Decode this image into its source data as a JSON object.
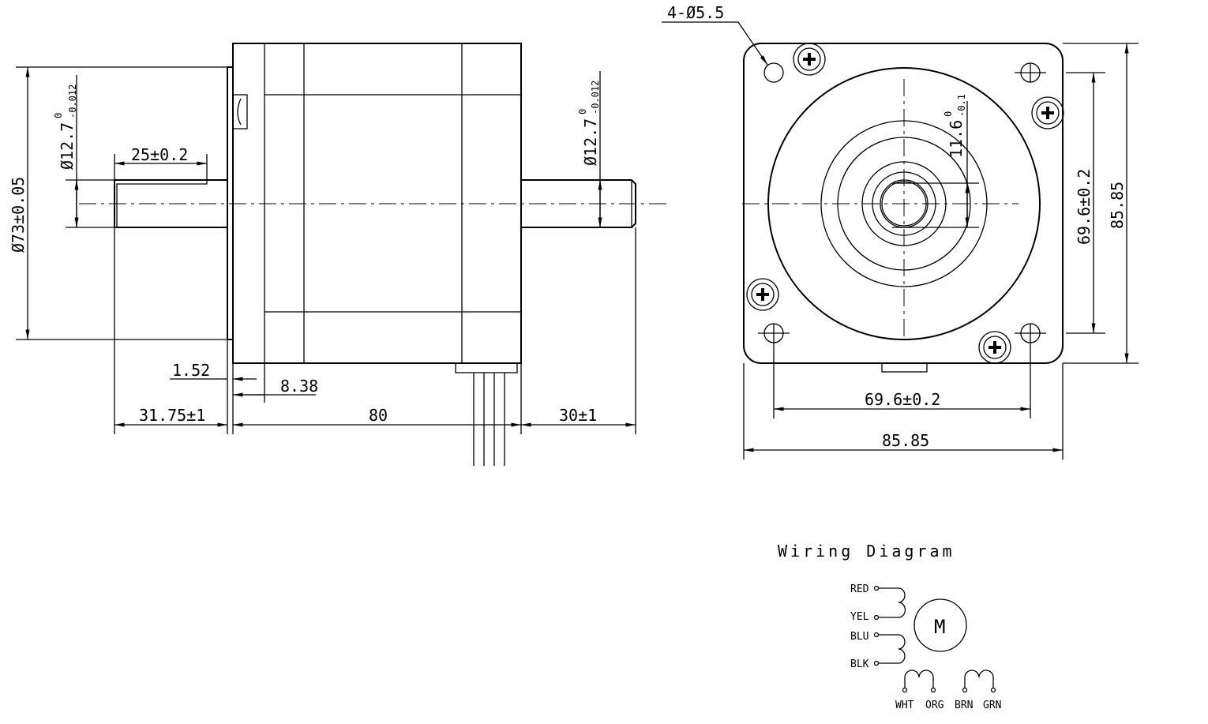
{
  "side_view": {
    "dims": {
      "flange_dia": "Ø73±0.05",
      "left_shaft_dia": "Ø12.7",
      "left_shaft_tol_upper": "0",
      "left_shaft_tol_lower": "-0.012",
      "right_shaft_dia": "Ø12.7",
      "right_shaft_tol_upper": "0",
      "right_shaft_tol_lower": "-0.012",
      "flat_length": "25±0.2",
      "flange_thickness": "1.52",
      "pilot_depth": "8.38",
      "rear_shaft_length": "31.75±1",
      "body_length": "80",
      "front_shaft_length": "30±1"
    }
  },
  "front_view": {
    "dims": {
      "holes": "4-Ø5.5",
      "flat_depth": "11.6",
      "flat_tol_upper": "0",
      "flat_tol_lower": "-0.1",
      "hole_spacing_v": "69.6±0.2",
      "width_v": "85.85",
      "hole_spacing_h": "69.6±0.2",
      "width_h": "85.85"
    }
  },
  "wiring": {
    "title": "Wiring Diagram",
    "motor": "M",
    "left_leads": [
      "RED",
      "YEL",
      "BLU",
      "BLK"
    ],
    "bottom_leads": [
      "WHT",
      "ORG",
      "BRN",
      "GRN"
    ]
  }
}
